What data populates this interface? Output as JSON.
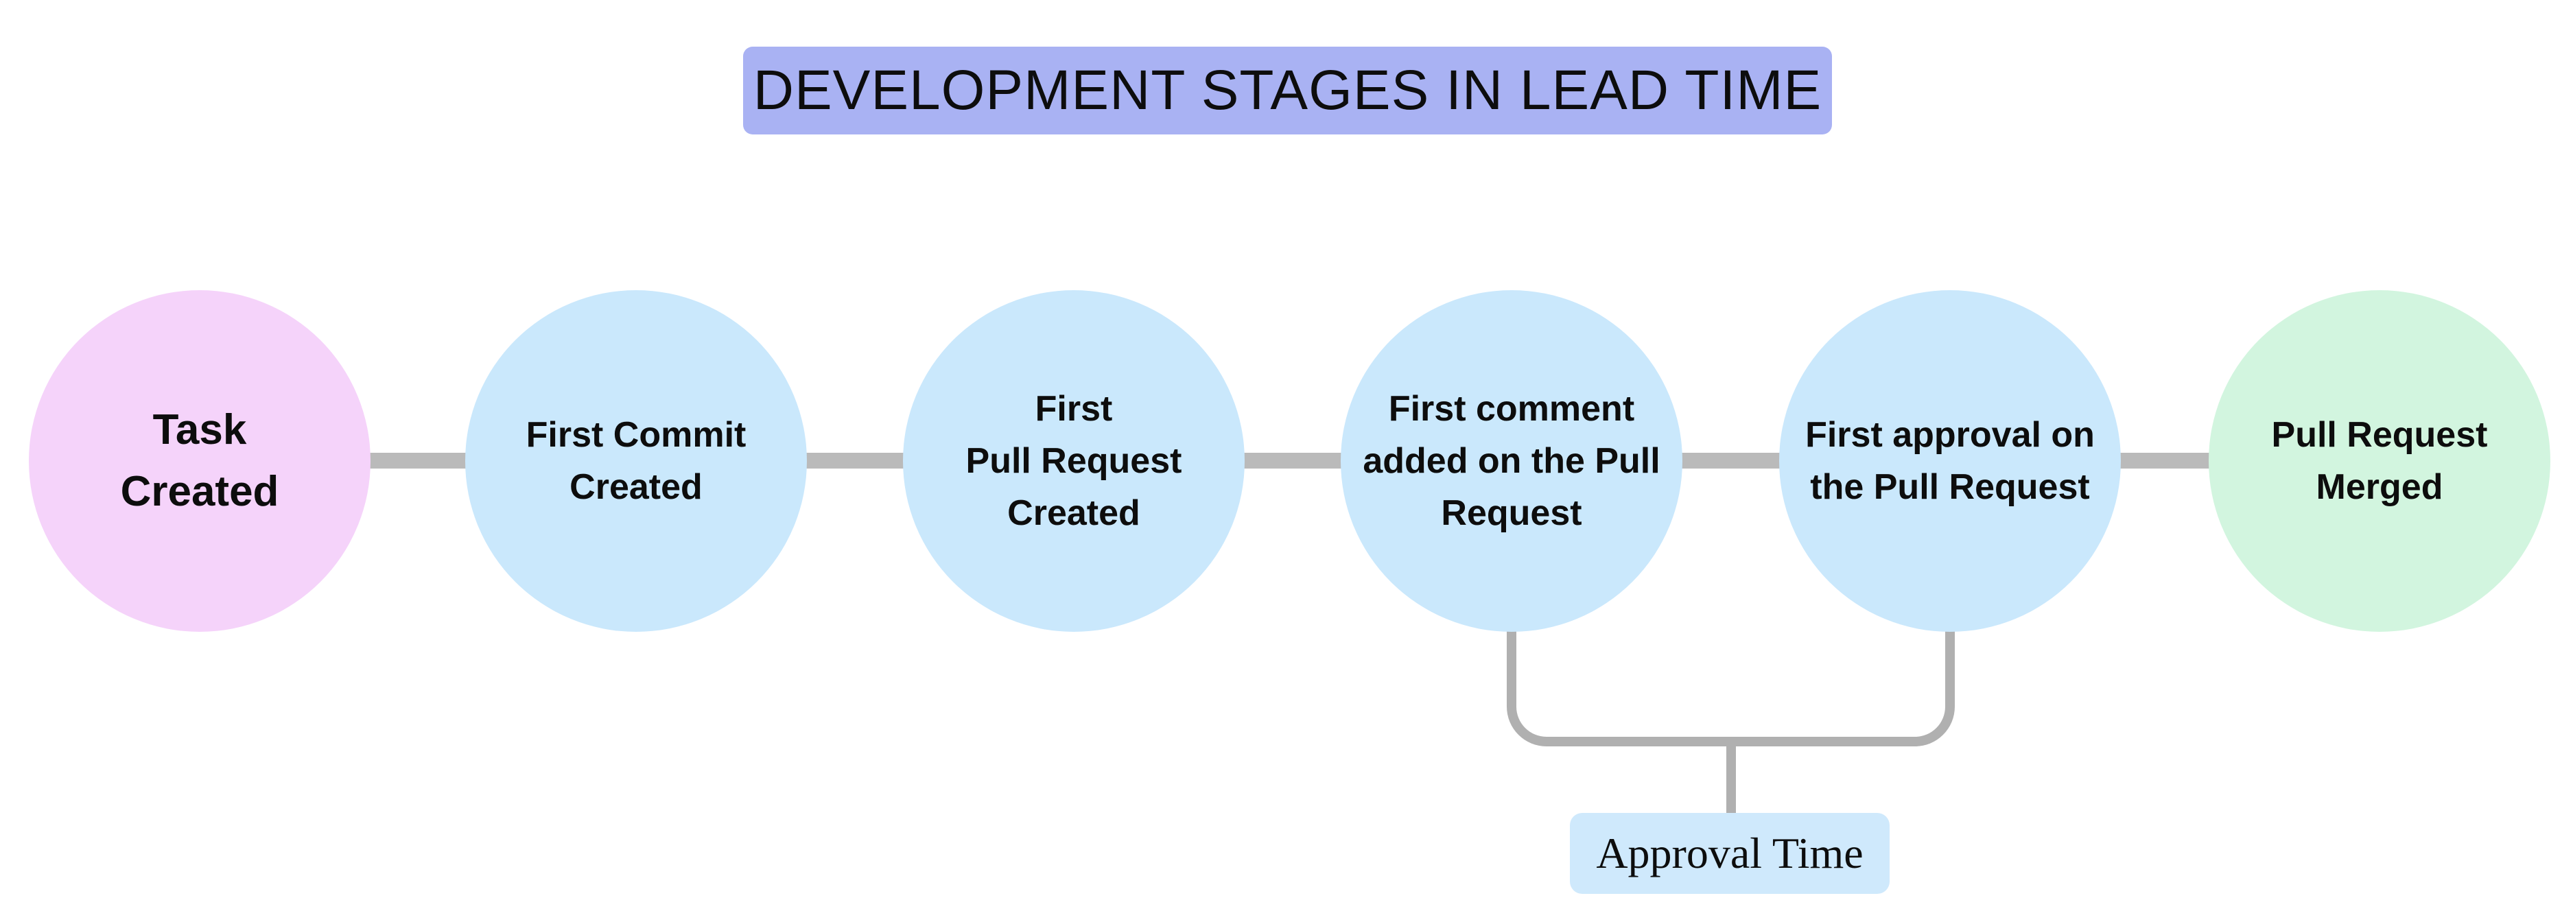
{
  "title": {
    "text": "DEVELOPMENT STAGES IN LEAD TIME",
    "bg": "#a9b2f3"
  },
  "stages": [
    {
      "label": "Task\nCreated",
      "bg": "#f5d3fa"
    },
    {
      "label": "First Commit\nCreated",
      "bg": "#cae8fc"
    },
    {
      "label": "First\nPull Request\nCreated",
      "bg": "#cae8fc"
    },
    {
      "label": "First comment\nadded on the Pull\nRequest",
      "bg": "#cae8fc"
    },
    {
      "label": "First approval on\nthe Pull Request",
      "bg": "#cae8fc"
    },
    {
      "label": "Pull Request\nMerged",
      "bg": "#d2f5df"
    }
  ],
  "annotation": {
    "label": "Approval Time",
    "bg": "#cfe9fc",
    "spans_from": "First comment added on the Pull Request",
    "spans_to": "First approval on the Pull Request"
  },
  "colors": {
    "connector": "#bababa",
    "bracket": "#b0b0b0",
    "background": "#ffffff",
    "text": "#0d0d0d"
  }
}
